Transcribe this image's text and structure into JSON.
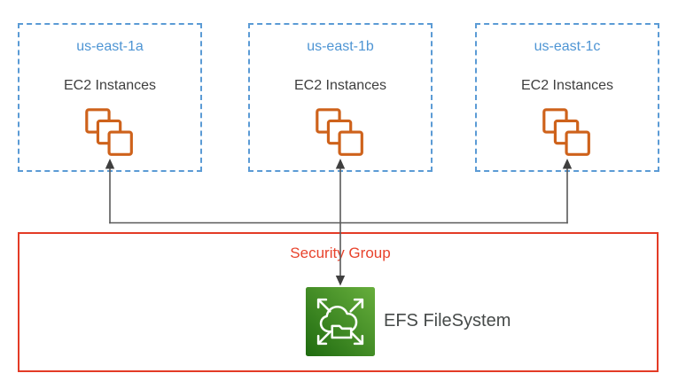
{
  "zones": [
    {
      "name": "us-east-1a",
      "instances_label": "EC2 Instances"
    },
    {
      "name": "us-east-1b",
      "instances_label": "EC2 Instances"
    },
    {
      "name": "us-east-1c",
      "instances_label": "EC2 Instances"
    }
  ],
  "security_group": {
    "label": "Security Group"
  },
  "efs": {
    "label": "EFS FileSystem"
  },
  "icons": {
    "ec2": "ec2-instances-icon",
    "efs": "efs-filesystem-icon",
    "arrows": "connector-arrows"
  },
  "colors": {
    "zone_border": "#5B9BD5",
    "zone_title": "#4E95D4",
    "label_text": "#3F3F3F",
    "efs_label_text": "#464A49",
    "ec2_orange": "#CE621B",
    "connector_line": "#595959",
    "connector_head": "#3F3F3F",
    "security_border": "#E33B26",
    "security_text": "#E8432C",
    "efs_green_light": "#67AE3C",
    "efs_green_dark": "#1F6B10"
  }
}
